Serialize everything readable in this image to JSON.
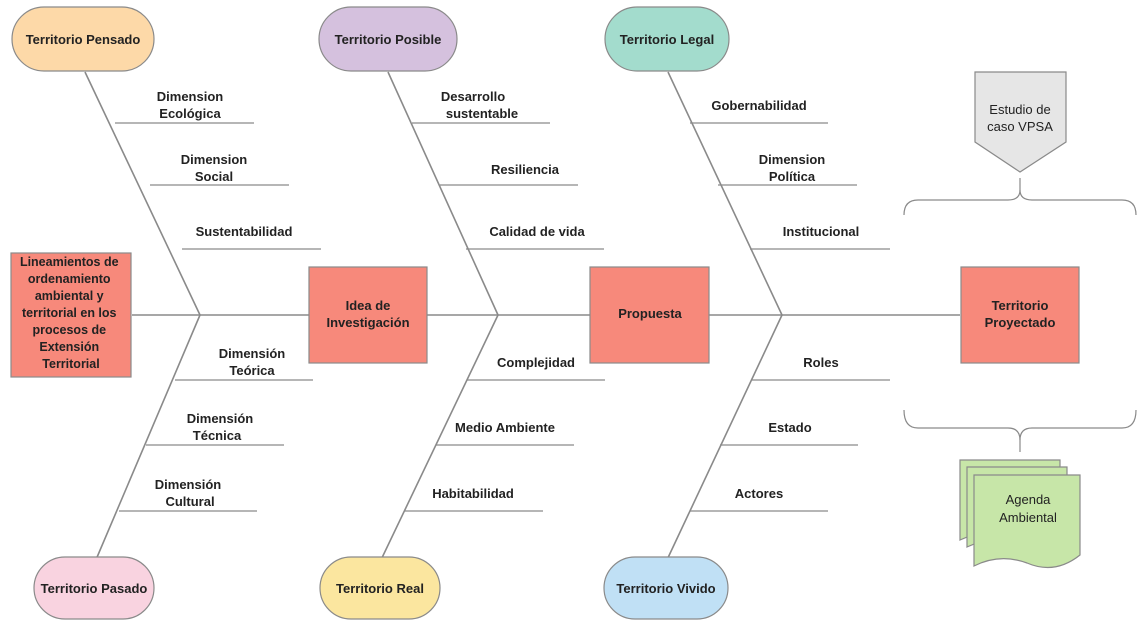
{
  "root_cause": [
    "Lineamientos de",
    "ordenamiento",
    "ambiental y",
    "territorial en los",
    "procesos de",
    "Extensión",
    "Territorial"
  ],
  "spine_nodes": {
    "idea": [
      "Idea de",
      "Investigación"
    ],
    "propuesta": [
      "Propuesta"
    ],
    "proyectado": [
      "Territorio",
      "Proyectado"
    ]
  },
  "top_categories": [
    "Territorio Pensado",
    "Territorio Posible",
    "Territorio Legal"
  ],
  "bottom_categories": [
    "Territorio Pasado",
    "Territorio Real",
    "Territorio Vivido"
  ],
  "ribs": {
    "pensado": [
      [
        "Dimension",
        "Ecológica"
      ],
      [
        "Dimension",
        "Social"
      ],
      [
        "Sustentabilidad"
      ]
    ],
    "posible": [
      [
        "Desarrollo",
        "sustentable"
      ],
      [
        "Resiliencia"
      ],
      [
        "Calidad de vida"
      ]
    ],
    "legal": [
      [
        "Gobernabilidad"
      ],
      [
        "Dimension",
        "Política"
      ],
      [
        "Institucional"
      ]
    ],
    "pasado": [
      [
        "Dimensión",
        "Teórica"
      ],
      [
        "Dimensión",
        "Técnica"
      ],
      [
        "Dimensión",
        "Cultural"
      ]
    ],
    "real": [
      [
        "Complejidad"
      ],
      [
        "Medio Ambiente"
      ],
      [
        "Habitabilidad"
      ]
    ],
    "vivido": [
      [
        "Roles"
      ],
      [
        "Estado"
      ],
      [
        "Actores"
      ]
    ]
  },
  "case_study": [
    "Estudio de",
    "caso VPSA"
  ],
  "agenda": [
    "Agenda",
    "Ambiental"
  ],
  "colors": {
    "salmon": "#f7897b",
    "pensado": "#fdd9a8",
    "posible": "#d5c1de",
    "legal": "#a3dccd",
    "pasado": "#f9d3e0",
    "real": "#fbe69f",
    "vivido": "#c0e0f5",
    "case": "#e6e6e6",
    "agenda": "#c7e6a8"
  }
}
